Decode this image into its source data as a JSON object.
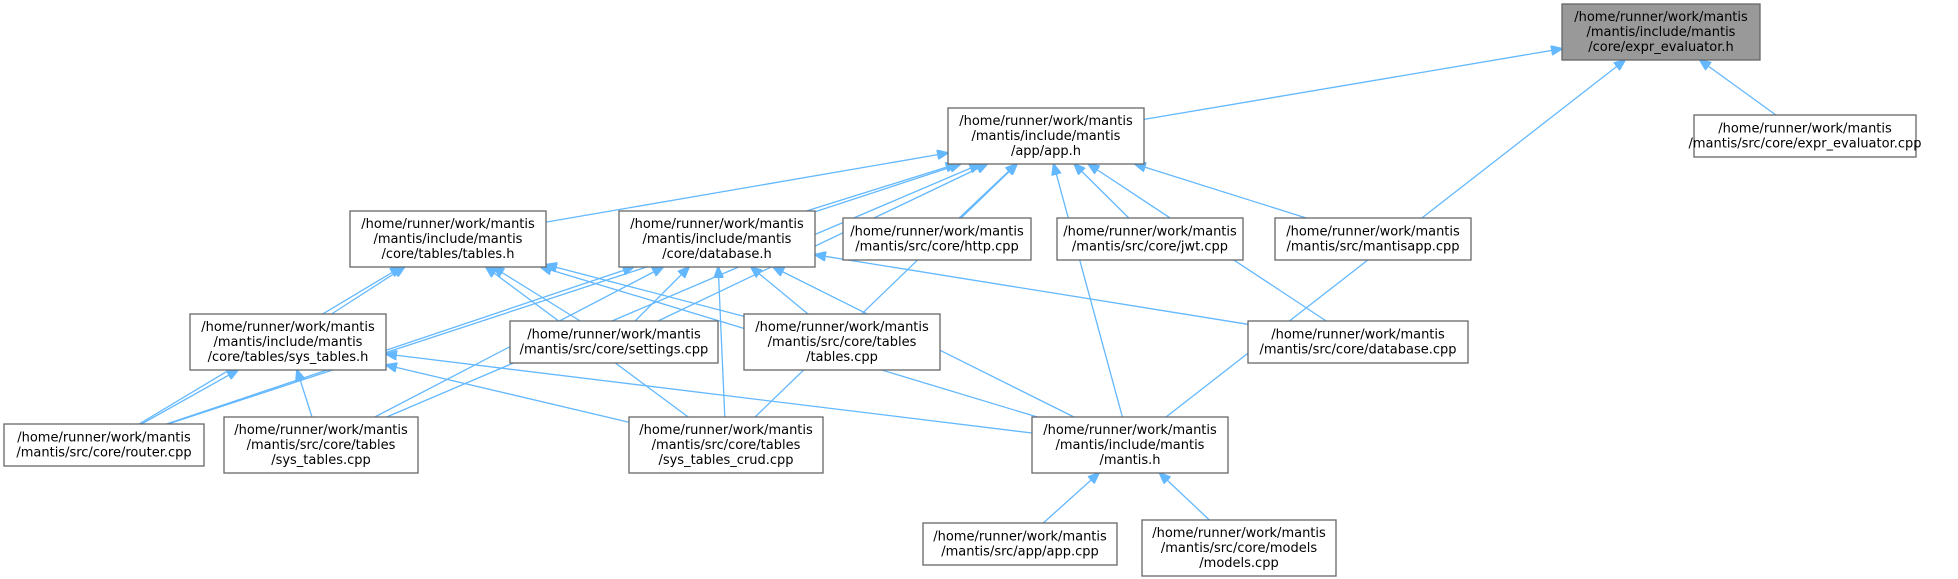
{
  "diagram": {
    "nodes": [
      {
        "id": "expr_h",
        "lines": [
          "/home/runner/work/mantis",
          "/mantis/include/mantis",
          "/core/expr_evaluator.h"
        ],
        "highlight": true
      },
      {
        "id": "app_h",
        "lines": [
          "/home/runner/work/mantis",
          "/mantis/include/mantis",
          "/app/app.h"
        ]
      },
      {
        "id": "expr_cpp",
        "lines": [
          "/home/runner/work/mantis",
          "/mantis/src/core/expr_evaluator.cpp"
        ]
      },
      {
        "id": "tables_h",
        "lines": [
          "/home/runner/work/mantis",
          "/mantis/include/mantis",
          "/core/tables/tables.h"
        ]
      },
      {
        "id": "database_h",
        "lines": [
          "/home/runner/work/mantis",
          "/mantis/include/mantis",
          "/core/database.h"
        ]
      },
      {
        "id": "http_cpp",
        "lines": [
          "/home/runner/work/mantis",
          "/mantis/src/core/http.cpp"
        ]
      },
      {
        "id": "jwt_cpp",
        "lines": [
          "/home/runner/work/mantis",
          "/mantis/src/core/jwt.cpp"
        ]
      },
      {
        "id": "mantisapp_cpp",
        "lines": [
          "/home/runner/work/mantis",
          "/mantis/src/mantisapp.cpp"
        ]
      },
      {
        "id": "sys_tables_h",
        "lines": [
          "/home/runner/work/mantis",
          "/mantis/include/mantis",
          "/core/tables/sys_tables.h"
        ]
      },
      {
        "id": "settings_cpp",
        "lines": [
          "/home/runner/work/mantis",
          "/mantis/src/core/settings.cpp"
        ]
      },
      {
        "id": "tables_cpp",
        "lines": [
          "/home/runner/work/mantis",
          "/mantis/src/core/tables",
          "/tables.cpp"
        ]
      },
      {
        "id": "database_cpp",
        "lines": [
          "/home/runner/work/mantis",
          "/mantis/src/core/database.cpp"
        ]
      },
      {
        "id": "router_cpp",
        "lines": [
          "/home/runner/work/mantis",
          "/mantis/src/core/router.cpp"
        ]
      },
      {
        "id": "sys_tables_cpp",
        "lines": [
          "/home/runner/work/mantis",
          "/mantis/src/core/tables",
          "/sys_tables.cpp"
        ]
      },
      {
        "id": "sys_tables_crud_cpp",
        "lines": [
          "/home/runner/work/mantis",
          "/mantis/src/core/tables",
          "/sys_tables_crud.cpp"
        ]
      },
      {
        "id": "mantis_h",
        "lines": [
          "/home/runner/work/mantis",
          "/mantis/include/mantis",
          "/mantis.h"
        ]
      },
      {
        "id": "app_cpp",
        "lines": [
          "/home/runner/work/mantis",
          "/mantis/src/app/app.cpp"
        ]
      },
      {
        "id": "models_cpp",
        "lines": [
          "/home/runner/work/mantis",
          "/mantis/src/core/models",
          "/models.cpp"
        ]
      }
    ],
    "edges": [
      {
        "from": "app_h",
        "to": "expr_h"
      },
      {
        "from": "expr_cpp",
        "to": "expr_h"
      },
      {
        "from": "mantis_h",
        "to": "expr_h"
      },
      {
        "from": "tables_h",
        "to": "app_h"
      },
      {
        "from": "database_h",
        "to": "app_h"
      },
      {
        "from": "http_cpp",
        "to": "app_h"
      },
      {
        "from": "jwt_cpp",
        "to": "app_h"
      },
      {
        "from": "mantisapp_cpp",
        "to": "app_h"
      },
      {
        "from": "settings_cpp",
        "to": "app_h"
      },
      {
        "from": "database_cpp",
        "to": "app_h"
      },
      {
        "from": "router_cpp",
        "to": "app_h"
      },
      {
        "from": "sys_tables_cpp",
        "to": "app_h"
      },
      {
        "from": "sys_tables_crud_cpp",
        "to": "app_h"
      },
      {
        "from": "mantis_h",
        "to": "app_h"
      },
      {
        "from": "sys_tables_h",
        "to": "tables_h"
      },
      {
        "from": "settings_cpp",
        "to": "tables_h"
      },
      {
        "from": "tables_cpp",
        "to": "tables_h"
      },
      {
        "from": "router_cpp",
        "to": "tables_h"
      },
      {
        "from": "sys_tables_crud_cpp",
        "to": "tables_h"
      },
      {
        "from": "mantis_h",
        "to": "tables_h"
      },
      {
        "from": "settings_cpp",
        "to": "database_h"
      },
      {
        "from": "tables_cpp",
        "to": "database_h"
      },
      {
        "from": "database_cpp",
        "to": "database_h"
      },
      {
        "from": "router_cpp",
        "to": "database_h"
      },
      {
        "from": "sys_tables_cpp",
        "to": "database_h"
      },
      {
        "from": "sys_tables_crud_cpp",
        "to": "database_h"
      },
      {
        "from": "mantis_h",
        "to": "database_h"
      },
      {
        "from": "router_cpp",
        "to": "sys_tables_h"
      },
      {
        "from": "sys_tables_cpp",
        "to": "sys_tables_h"
      },
      {
        "from": "sys_tables_crud_cpp",
        "to": "sys_tables_h"
      },
      {
        "from": "mantis_h",
        "to": "sys_tables_h"
      },
      {
        "from": "app_cpp",
        "to": "mantis_h"
      },
      {
        "from": "models_cpp",
        "to": "mantis_h"
      }
    ],
    "colors": {
      "edge": "#63b8ff",
      "node_border": "#666666",
      "node_fill": "#ffffff",
      "highlight_fill": "#999999",
      "text": "#000000"
    }
  }
}
